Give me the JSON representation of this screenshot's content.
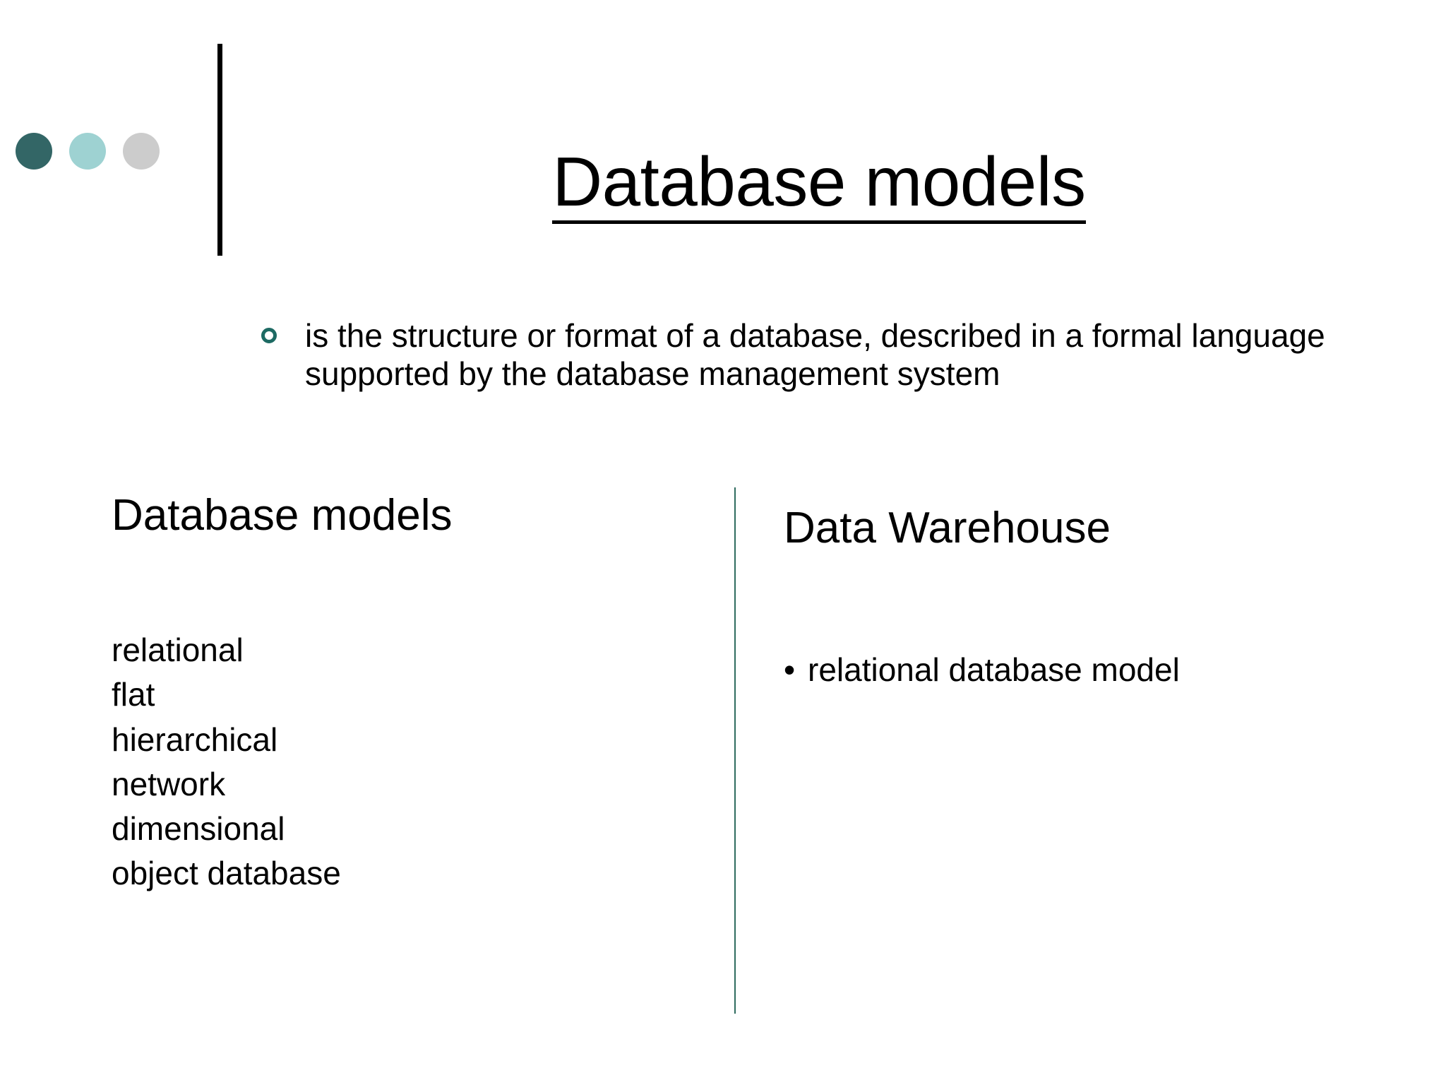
{
  "slide": {
    "title": "Database models",
    "decor": {
      "dots": [
        {
          "name": "dot-dark-teal",
          "color": "#336666"
        },
        {
          "name": "dot-light-teal",
          "color": "#9ed2d2"
        },
        {
          "name": "dot-gray",
          "color": "#cccccc"
        }
      ],
      "vertical_bar_color": "#000000",
      "divider_color": "#2f6b5f",
      "bullet_ring_color": "#1d6a63"
    },
    "intro": {
      "bullet_glyph": "ring-bullet",
      "text": "is the structure or format of a database, described in a formal language supported by the database management system"
    },
    "columns": [
      {
        "heading": "Database models",
        "items": [
          "relational",
          "flat",
          "hierarchical",
          "network",
          "dimensional",
          "object database"
        ]
      },
      {
        "heading": "Data Warehouse",
        "items": [
          "relational database model"
        ]
      }
    ]
  }
}
